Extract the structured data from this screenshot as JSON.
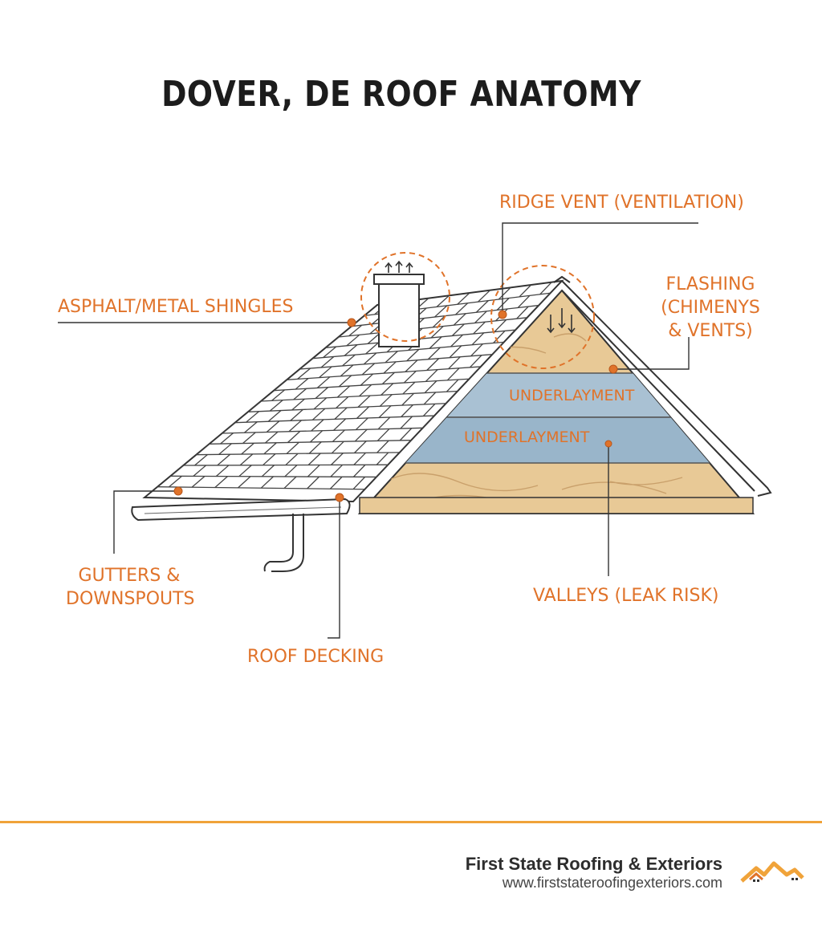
{
  "title": "DOVER, DE ROOF ANATOMY",
  "labels": {
    "ridge_vent": "RIDGE VENT (VENTILATION)",
    "shingles": "ASPHALT/METAL SHINGLES",
    "flashing": [
      "FLASHING",
      "(CHIMENYS",
      "& VENTS)"
    ],
    "underlayment_upper": "UNDERLAYMENT",
    "underlayment_lower": "UNDERLAYMENT",
    "gutters": [
      "GUTTERS &",
      "DOWNSPOUTS"
    ],
    "valleys": "VALLEYS (LEAK RISK)",
    "decking": "ROOF DECKING"
  },
  "footer": {
    "company": "First State Roofing & Exteriors",
    "url": "www.firststateroofingexteriors.com"
  },
  "colors": {
    "accent": "#e0732a",
    "footer_line": "#f0a33a",
    "wood": "#e8c996",
    "underlayment": "#a9c1d3"
  }
}
